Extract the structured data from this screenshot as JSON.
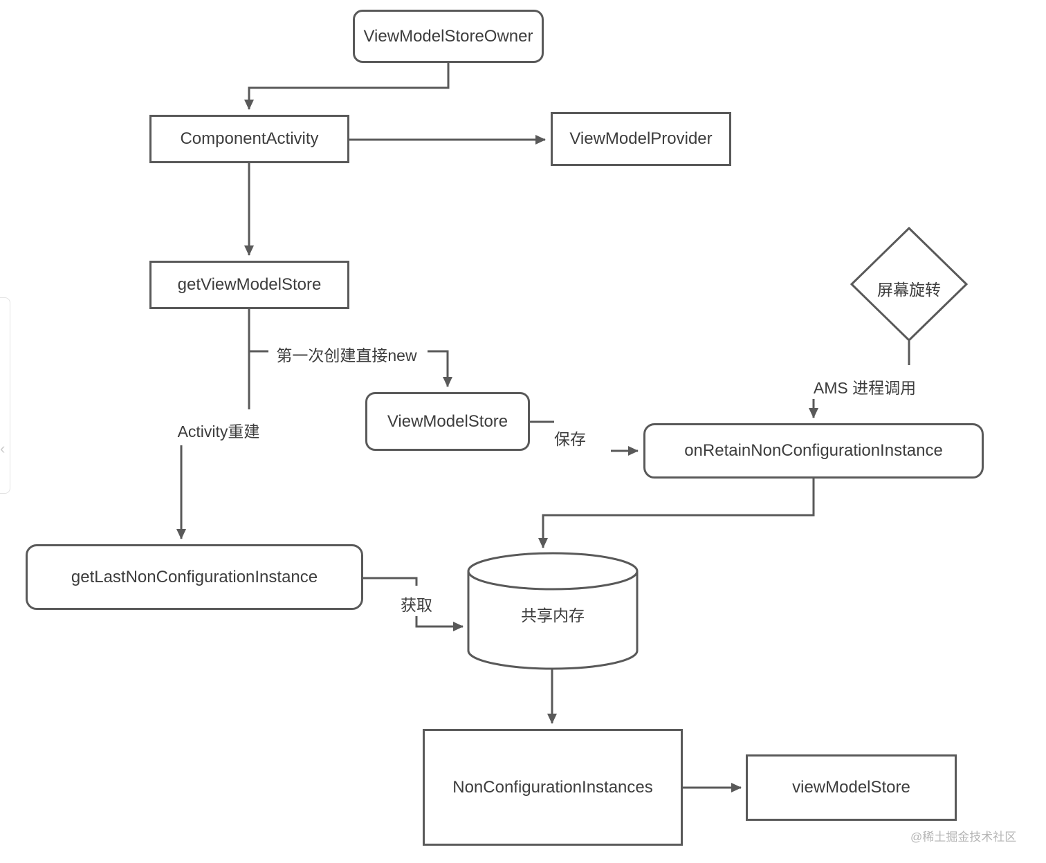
{
  "diagram": {
    "watermark": "@稀土掘金技术社区",
    "nodes": {
      "viewmodelstoreowner": {
        "label": "ViewModelStoreOwner",
        "shape": "rounded-rect"
      },
      "componentactivity": {
        "label": "ComponentActivity",
        "shape": "rect"
      },
      "viewmodelprovider": {
        "label": "ViewModelProvider",
        "shape": "rect"
      },
      "getviewmodelstore": {
        "label": "getViewModelStore",
        "shape": "rect"
      },
      "screen_rotate": {
        "label": "屏幕旋转",
        "shape": "diamond"
      },
      "viewmodelstore": {
        "label": "ViewModelStore",
        "shape": "rounded-rect"
      },
      "onretain": {
        "label": "onRetainNonConfigurationInstance",
        "shape": "rounded-rect"
      },
      "getlastnonconfig": {
        "label": "getLastNonConfigurationInstance",
        "shape": "rounded-rect"
      },
      "shared_memory": {
        "label": "共享内存",
        "shape": "cylinder"
      },
      "nonconfiginstances": {
        "label": "NonConfigurationInstances",
        "shape": "rect"
      },
      "viewmodelstore_field": {
        "label": "viewModelStore",
        "shape": "rect"
      }
    },
    "edge_labels": {
      "first_create": "第一次创建直接new",
      "activity_rebuild": "Activity重建",
      "ams_call": "AMS 进程调用",
      "save": "保存",
      "fetch": "获取"
    },
    "colors": {
      "line": "#595959",
      "node_border": "#595959",
      "text": "#3d3d3d",
      "watermark": "#b5b5b5",
      "background": "#ffffff"
    }
  }
}
